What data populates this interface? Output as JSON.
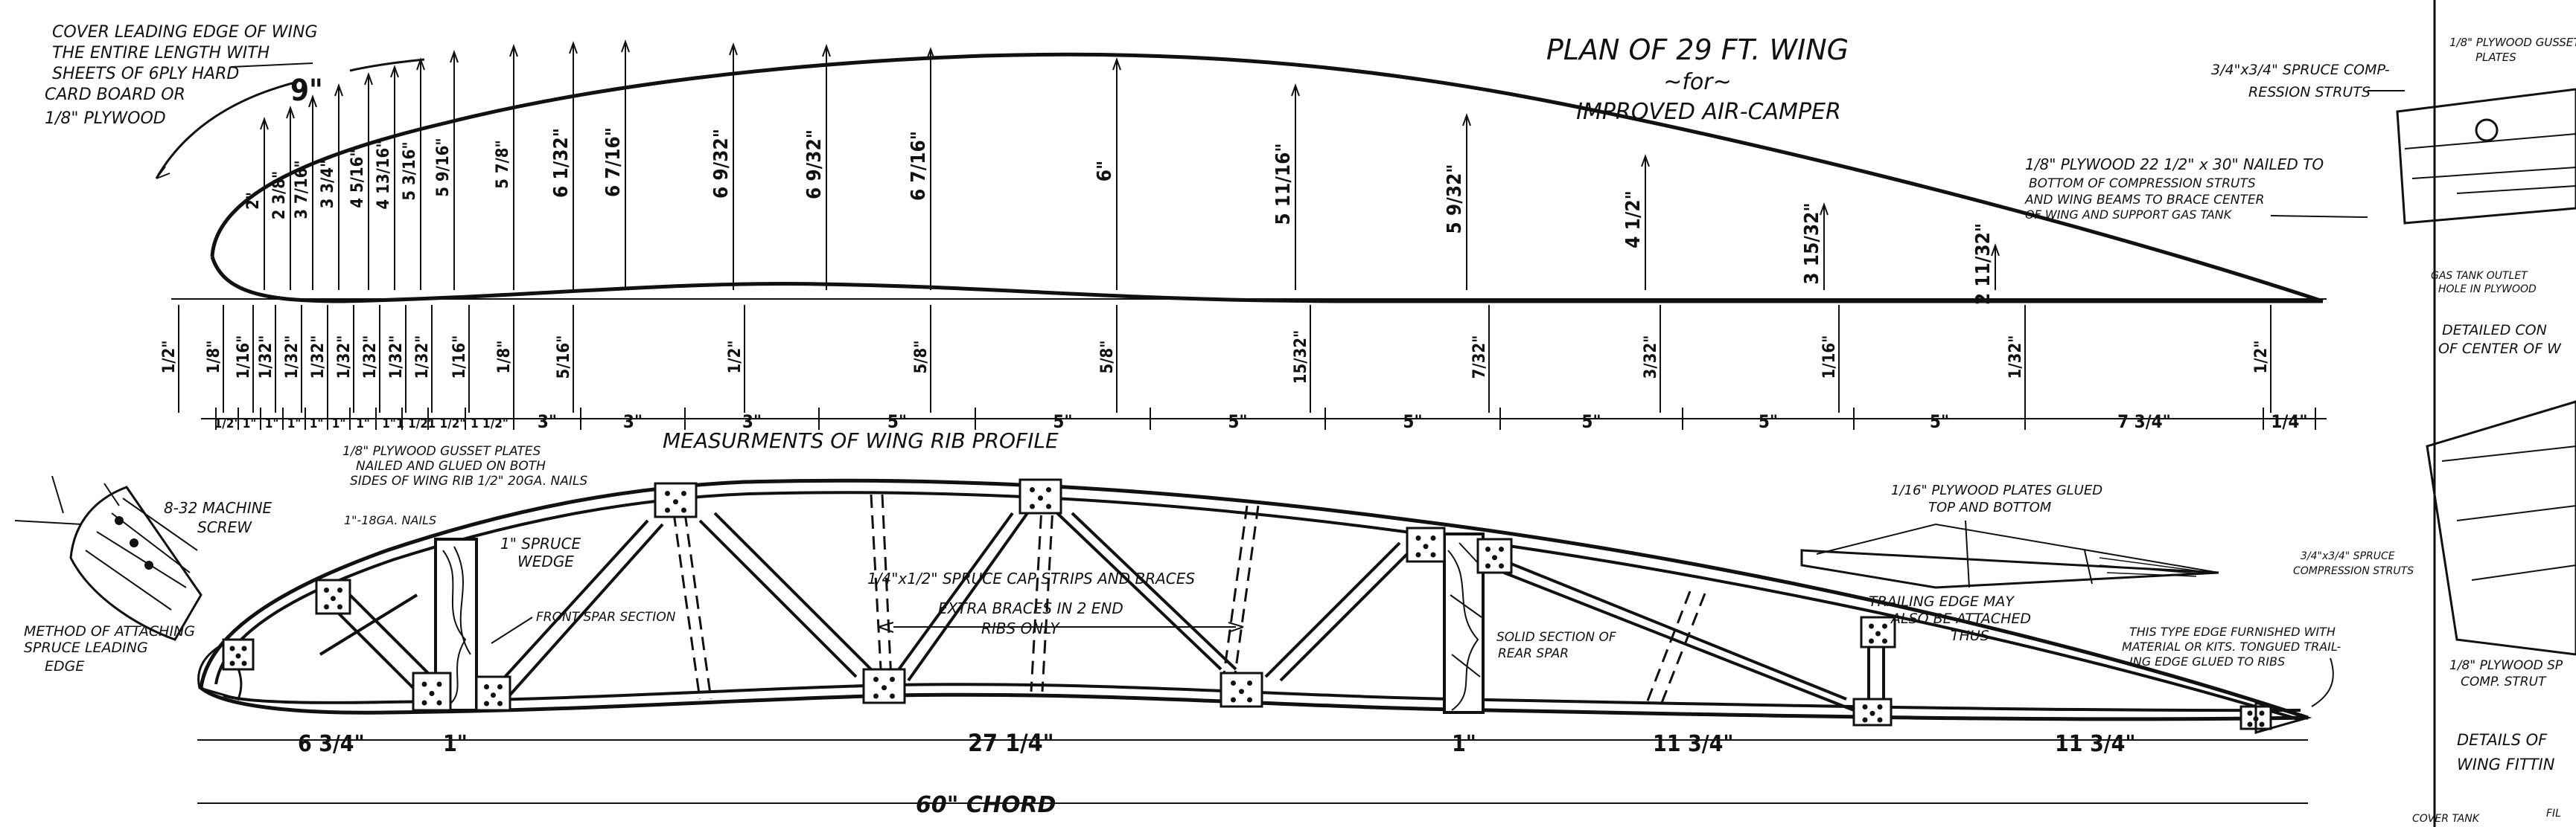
{
  "title": {
    "line1": "PLAN OF 29 FT. WING",
    "line2": "~for~",
    "line3": "IMPROVED AIR-CAMPER"
  },
  "notes": {
    "cover_edge": [
      "COVER LEADING EDGE OF WING",
      "THE ENTIRE LENGTH WITH",
      "SHEETS OF 6PLY HARD",
      "CARD BOARD OR",
      "1/8\" PLYWOOD"
    ],
    "cover_edge_dim": "9\"",
    "spruce_comp": [
      "3/4\"x3/4\" SPRUCE COMP-",
      "RESSION STRUTS"
    ],
    "plywood_plate": [
      "1/8\" PLYWOOD 22 1/2\" x 30\" NAILED TO",
      "BOTTOM OF COMPRESSION STRUTS",
      "AND WING BEAMS TO BRACE CENTER",
      "OF WING AND SUPPORT GAS TANK"
    ],
    "gusset_plates": [
      "1/8\" PLYWOOD GUSSET PLATES",
      "NAILED AND GLUED ON BOTH",
      "SIDES OF WING RIB 1/2\" 20GA. NAILS"
    ],
    "machine_screw": [
      "8-32 MACHINE",
      "SCREW"
    ],
    "nails": "1\"-18GA. NAILS",
    "spruce_wedge": [
      "1\" SPRUCE",
      "WEDGE"
    ],
    "front_spar": "FRONT SPAR SECTION",
    "cap_strips": "1/4\"x1/2\" SPRUCE CAP STRIPS AND BRACES",
    "extra_braces": [
      "EXTRA BRACES IN 2 END",
      "RIBS ONLY"
    ],
    "solid_section": [
      "SOLID SECTION OF",
      "REAR SPAR"
    ],
    "method": [
      "METHOD OF ATTACHING",
      "SPRUCE LEADING",
      "EDGE"
    ],
    "plywood_plates_glued": [
      "1/16\" PLYWOOD PLATES GLUED",
      "TOP AND BOTTOM"
    ],
    "trailing_edge": [
      "TRAILING EDGE MAY",
      "ALSO BE ATTACHED",
      "THUS"
    ],
    "edge_type": [
      "THIS TYPE EDGE FURNISHED WITH",
      "MATERIAL OR KITS. TONGUED TRAIL-",
      "ING EDGE GLUED TO RIBS"
    ],
    "measurements_title": "MEASURMENTS OF WING RIB PROFILE",
    "chord": "60\" CHORD"
  },
  "right_panel": {
    "gusset": [
      "1/8\" PLYWOOD GUSSET",
      "PLATES"
    ],
    "gas_tank": [
      "GAS TANK OUTLET",
      "HOLE IN PLYWOOD"
    ],
    "detailed": [
      "DETAILED CON",
      "OF CENTER OF W"
    ],
    "spruce_comp": [
      "3/4\"x3/4\" SPRUCE",
      "COMPRESSION STRUTS"
    ],
    "plywood_comp": [
      "1/8\" PLYWOOD SP",
      "COMP. STRUT"
    ],
    "details": [
      "DETAILS OF",
      "WING FITTIN"
    ],
    "cover_tank": "COVER TANK",
    "fil": "FIL"
  },
  "profile": {
    "upper_dims": [
      "2\"",
      "2 3/8\"",
      "3 7/16\"",
      "3 3/4\"",
      "4 5/16\"",
      "4 13/16\"",
      "5 3/16\"",
      "5 9/16\"",
      "5 7/8\"",
      "6 1/32\"",
      "6 7/16\"",
      "6 9/32\"",
      "6 9/32\"",
      "6 7/16\"",
      "6\"",
      "5 11/16\"",
      "5 9/32\"",
      "4 1/2\"",
      "3 15/32\"",
      "2 11/32\""
    ],
    "lower_dims": [
      "1/2\"",
      "1/8\"",
      "1/16\"",
      "1/32\"",
      "1/32\"",
      "1/32\"",
      "1/32\"",
      "1/32\"",
      "1/32\"",
      "1/32\"",
      "1/16\"",
      "1/8\"",
      "5/16\"",
      "1/2\"",
      "5/8\"",
      "5/8\"",
      "15/32\"",
      "7/32\"",
      "3/32\"",
      "1/16\"",
      "1/32\"",
      "1/2\""
    ],
    "stations": [
      "1/2\"",
      "1\"",
      "1\"",
      "1\"",
      "1\"",
      "1\"",
      "1\"",
      "1\"",
      "1 1/2\"",
      "1 1/2\"",
      "1 1/2\"",
      "3\"",
      "3\"",
      "3\"",
      "5\"",
      "5\"",
      "5\"",
      "5\"",
      "5\"",
      "5\"",
      "5\"",
      "7 3/4\"",
      "1/4\""
    ]
  },
  "rib_dims": {
    "a": "6 3/4\"",
    "b": "1\"",
    "c": "27 1/4\"",
    "d": "1\"",
    "e": "11 3/4\"",
    "f": "11 3/4\""
  }
}
